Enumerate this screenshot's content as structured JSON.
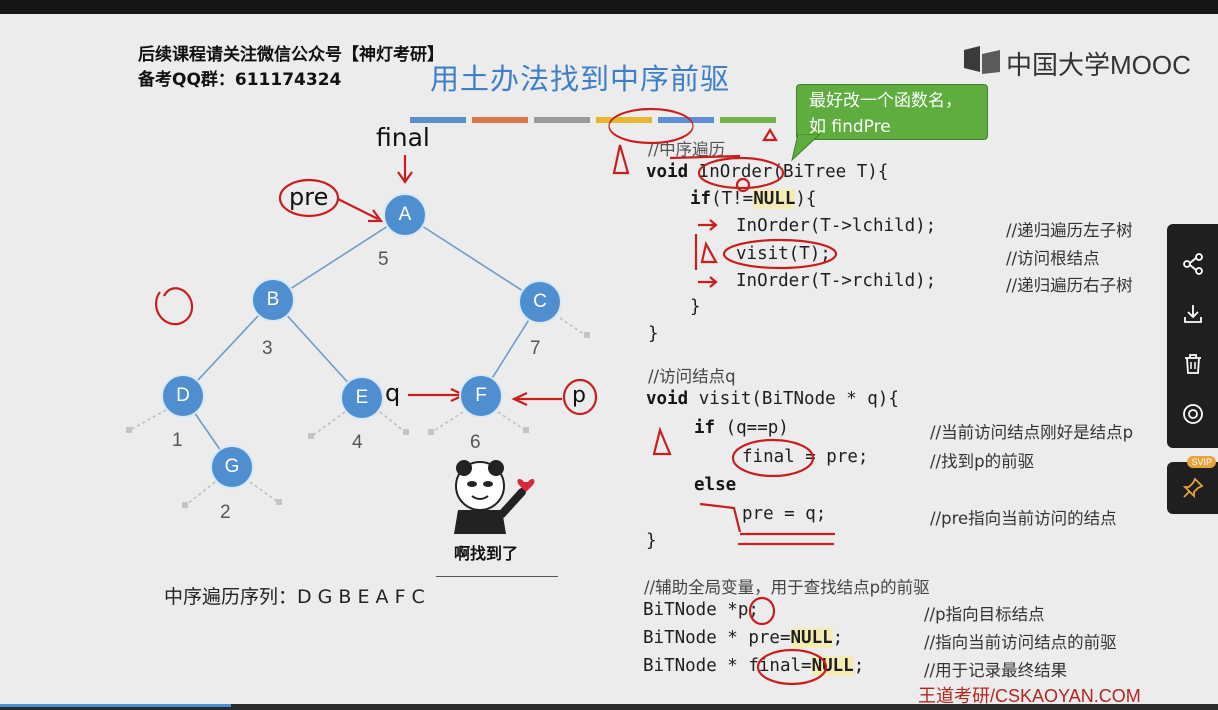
{
  "header": {
    "line1": "后续课程请关注微信公众号【神灯考研】",
    "line2": "备考QQ群：611174324",
    "title": "用土办法找到中序前驱",
    "mooc_logo": "中国大学MOOC"
  },
  "color_bar": [
    "#5b8fc9",
    "#d9784a",
    "#9a9a9a",
    "#e6b82e",
    "#5e8fd6",
    "#71b04a"
  ],
  "tree": {
    "nodes": [
      {
        "label": "A",
        "order": "5"
      },
      {
        "label": "B",
        "order": "3"
      },
      {
        "label": "C",
        "order": "7"
      },
      {
        "label": "D",
        "order": "1"
      },
      {
        "label": "E",
        "order": "4"
      },
      {
        "label": "F",
        "order": "6"
      },
      {
        "label": "G",
        "order": "2"
      }
    ],
    "annotations": {
      "final": "final",
      "pre": "pre",
      "q": "q",
      "p": "p"
    }
  },
  "meme_caption": "啊找到了",
  "inorder_sequence": "中序遍历序列：D G B E A F C",
  "bubble_text": "最好改一个函数名，如 findPre",
  "code": {
    "block1": {
      "comment": "//中序遍历",
      "sig_kw": "void",
      "sig_fn": "InOrder",
      "sig_rest": "(BiTree T){",
      "if_kw": "if",
      "if_cond": "(T!=",
      "if_null": "NULL",
      "if_end": "){",
      "line_left": "InOrder(T->lchild);",
      "line_left_cmt": "//递归遍历左子树",
      "line_visit": "visit(T);",
      "line_visit_cmt": "//访问根结点",
      "line_right": "InOrder(T->rchild);",
      "line_right_cmt": "//递归遍历右子树",
      "close_inner": "}",
      "close_outer": "}"
    },
    "block2": {
      "comment": "//访问结点q",
      "sig_kw": "void",
      "sig_rest": " visit(BiTNode * q){",
      "if_kw": "if",
      "if_cond": " (q==p)",
      "if_cmt": "//当前访问结点刚好是结点p",
      "assign_final": "final = pre;",
      "assign_final_cmt": "//找到p的前驱",
      "else_kw": "else",
      "assign_pre": "pre = q;",
      "assign_pre_cmt": "//pre指向当前访问的结点",
      "close": "}"
    },
    "block3": {
      "comment": "//辅助全局变量，用于查找结点p的前驱",
      "decl_p": "BiTNode *p;",
      "decl_p_cmt": "//p指向目标结点",
      "decl_pre_a": "BiTNode * pre=",
      "decl_pre_null": "NULL",
      "decl_pre_b": ";",
      "decl_pre_cmt": "//指向当前访问结点的前驱",
      "decl_final_a": "BiTNode * final=",
      "decl_final_null": "NULL",
      "decl_final_b": ";",
      "decl_final_cmt": "//用于记录最终结果"
    }
  },
  "footer": "王道考研/CSKAOYAN.COM",
  "sidebar": {
    "buttons": [
      "share-icon",
      "download-icon",
      "delete-icon",
      "view-icon"
    ],
    "pin_badge": "SVIP"
  },
  "playback_progress": 0.19
}
